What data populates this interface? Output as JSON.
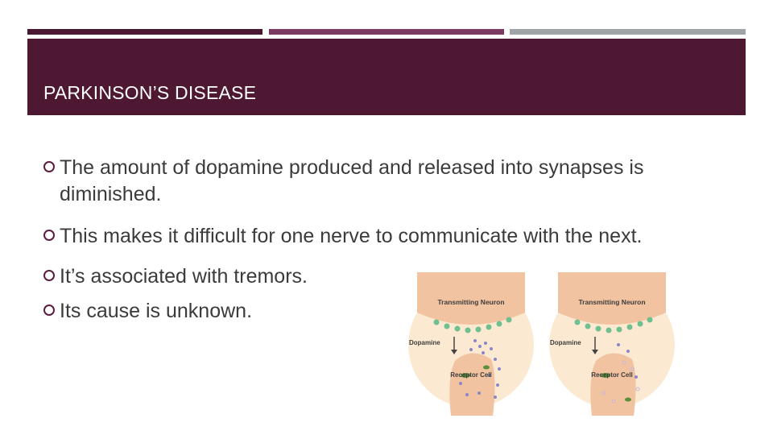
{
  "slide": {
    "title": "PARKINSON’S DISEASE",
    "bullets": [
      "The amount of dopamine produced and released into synapses is diminished.",
      "This makes it difficult for one nerve to communicate with the next.",
      "It’s associated with tremors.",
      "Its cause is unknown."
    ]
  },
  "figure": {
    "left_panel": {
      "top_label": "Transmitting Neuron",
      "side_label": "Dopamine",
      "bottom_label": "Receptor Cell"
    },
    "right_panel": {
      "top_label": "Transmitting Neuron",
      "side_label": "Dopamine",
      "bottom_label": "Receptor Cell"
    }
  },
  "colors": {
    "title_band": "#4e1833",
    "bar1": "#4a1733",
    "bar2": "#7b3a62",
    "bar3": "#a0a4a8",
    "bullet_text": "#3b3b3b",
    "neuron": "#f2c3a0",
    "circle_bg": "#fbe9d2"
  }
}
